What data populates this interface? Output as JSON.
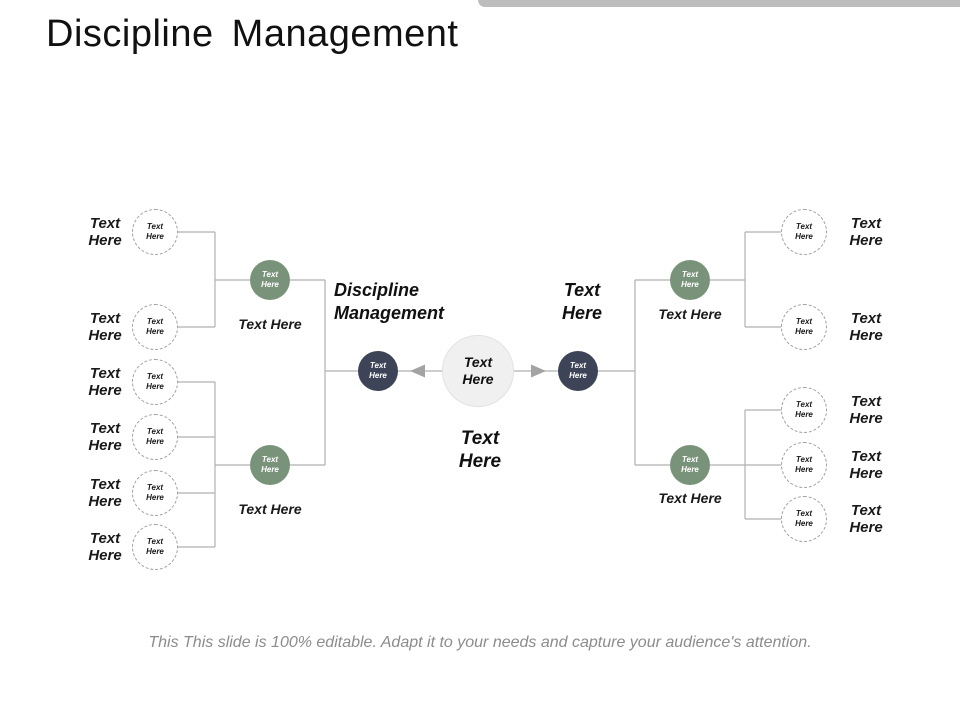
{
  "slide": {
    "title": "Discipline Management",
    "footer": "This This slide is 100% editable. Adapt it to your needs and capture your audience's attention."
  },
  "colors": {
    "accent-bar": "#bdbdbd",
    "dark-node": "#3d4457",
    "green-node": "#79937a",
    "center-fill": "#f0f0f1",
    "line": "#b0b0b0",
    "arrow": "#a3a3a3",
    "footer": "#8c8c8c"
  },
  "center": {
    "node": "Text Here",
    "hub_left": "Text Here",
    "hub_right": "Text Here",
    "caption_left": "Discipline Management",
    "caption_right": "Text Here",
    "caption_bottom": "Text Here"
  },
  "left_tree": {
    "groups": [
      {
        "hub": "Text Here",
        "caption": "Text Here",
        "leaves": [
          {
            "node": "Text Here",
            "label": "Text Here"
          },
          {
            "node": "Text Here",
            "label": "Text Here"
          }
        ]
      },
      {
        "hub": "Text Here",
        "caption": "Text Here",
        "leaves": [
          {
            "node": "Text Here",
            "label": "Text Here"
          },
          {
            "node": "Text Here",
            "label": "Text Here"
          },
          {
            "node": "Text Here",
            "label": "Text Here"
          },
          {
            "node": "Text Here",
            "label": "Text Here"
          }
        ]
      }
    ]
  },
  "right_tree": {
    "groups": [
      {
        "hub": "Text Here",
        "caption": "Text Here",
        "leaves": [
          {
            "node": "Text Here",
            "label": "Text Here"
          },
          {
            "node": "Text Here",
            "label": "Text Here"
          }
        ]
      },
      {
        "hub": "Text Here",
        "caption": "Text Here",
        "leaves": [
          {
            "node": "Text Here",
            "label": "Text Here"
          },
          {
            "node": "Text Here",
            "label": "Text Here"
          },
          {
            "node": "Text Here",
            "label": "Text Here"
          }
        ]
      }
    ]
  }
}
